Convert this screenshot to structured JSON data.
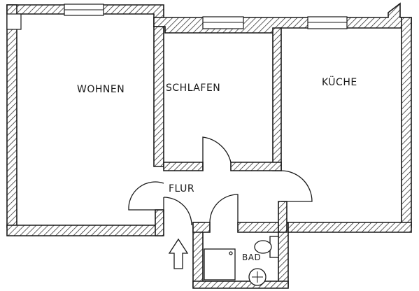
{
  "rooms": {
    "wohnen": "WOHNEN",
    "schlafen": "SCHLAFEN",
    "kueche": "KÜCHE",
    "flur": "FLUR",
    "bad": "BAD"
  },
  "icons": {
    "entrance": "entrance-arrow-icon",
    "shower": "shower-tray-icon",
    "toilet": "toilet-icon",
    "sink": "washbasin-icon"
  },
  "colors": {
    "ink": "#1a1a1a",
    "paper": "#ffffff"
  }
}
